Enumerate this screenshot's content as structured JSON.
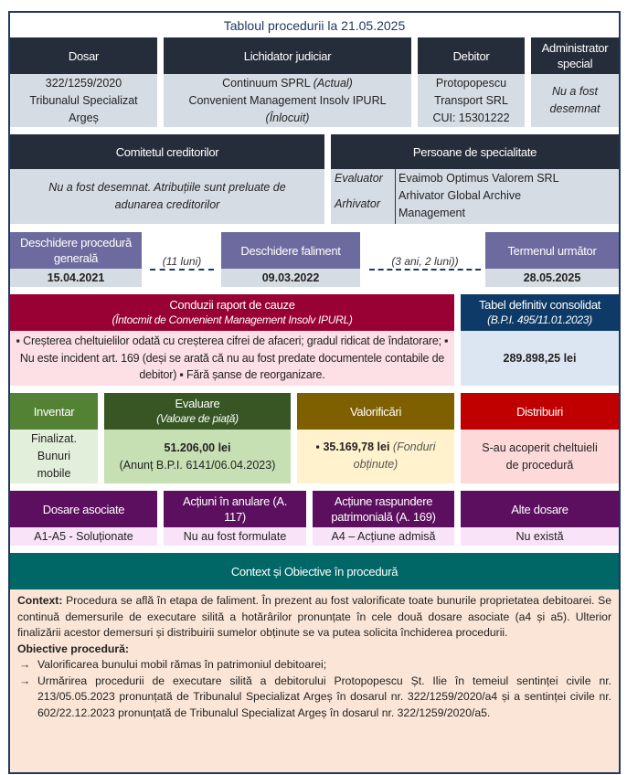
{
  "title": "Tabloul procedurii la 21.05.2025",
  "dosar": {
    "header": "Dosar",
    "lines": [
      "322/1259/2020",
      "Tribunalul Specializat",
      "Argeș"
    ]
  },
  "lichidator": {
    "header": "Lichidator judiciar",
    "current": "Continuum SPRL",
    "current_note": "(Actual)",
    "former": "Convenient Management Insolv IPURL",
    "former_note": "(Înlocuit)"
  },
  "debitor": {
    "header": "Debitor",
    "lines": [
      "Protopopescu",
      "Transport SRL",
      "CUI: 15301222"
    ]
  },
  "administrator": {
    "header": "Administrator special",
    "value": "Nu a fost desemnat"
  },
  "comitet": {
    "header": "Comitetul creditorilor",
    "value": "Nu a fost desemnat. Atribuțiile sunt preluate de adunarea creditorilor"
  },
  "specialisti": {
    "header": "Persoane de specialitate",
    "rows": [
      {
        "role": "Evaluator",
        "name": "Evaimob Optimus Valorem SRL"
      },
      {
        "role": "Arhivator",
        "name": "Arhivator Global Archive Management"
      }
    ]
  },
  "timeline": {
    "general": {
      "label": "Deschidere procedură generală",
      "date": "15.04.2021"
    },
    "gap1": "(11 luni)",
    "faliment": {
      "label": "Deschidere faliment",
      "date": "09.03.2022"
    },
    "gap2": "(3 ani, 2 luni))",
    "next": {
      "label": "Termenul următor",
      "date": "28.05.2025"
    }
  },
  "cauze": {
    "header": "Conduzii raport de cauze",
    "sub": "(Întocmit de Convenient Management Insolv IPURL)",
    "text": "▪ Creșterea cheltuielilor odată cu creșterea cifrei de afaceri; gradul ridicat de îndatorare; ▪ Nu este incident art. 169 (deși se arată că nu au fost predate documentele contabile de debitor) ▪ Fără șanse de reorganizare."
  },
  "tabel": {
    "header": "Tabel definitiv consolidat",
    "sub": "(B.P.I. 495/11.01.2023)",
    "value": "289.898,25 lei"
  },
  "inventar": {
    "header": "Inventar",
    "value": "Finalizat. Bunuri mobile"
  },
  "evaluare": {
    "header": "Evaluare",
    "sub": "(Valoare de piață)",
    "value": "51.206,00 lei",
    "note": "(Anunț B.P.I. 6141/06.04.2023)"
  },
  "valorificari": {
    "header": "Valorificări",
    "bullet": "▪",
    "value": "35.169,78 lei",
    "note": "(Fonduri obținute)"
  },
  "distribuiri": {
    "header": "Distribuiri",
    "value": "S-au acoperit cheltuieli de procedură"
  },
  "asociate": {
    "header": "Dosare asociate",
    "value": "A1-A5 - Soluționate"
  },
  "anulare": {
    "header": "Acțiuni în anulare (A. 117)",
    "value": "Nu au fost formulate"
  },
  "raspundere": {
    "header": "Acțiune raspundere patrimonială (A. 169)",
    "value": "A4 – Acțiune admisă"
  },
  "alte": {
    "header": "Alte dosare",
    "value": "Nu există"
  },
  "context": {
    "header": "Context și Obiective în procedură",
    "label": "Context:",
    "text": " Procedura se află în etapa de faliment. În prezent au fost valorificate toate bunurile proprietatea debitoarei. Se continuă demersurile de executare silită a hotărârilor pronunțate în cele două dosare asociate (a4 și a5). Ulterior finalizării acestor demersuri și distribuirii sumelor obținute se va putea solicita închiderea procedurii.",
    "obj_label": "Obiective procedură:",
    "objectives": [
      "Valorificarea bunului mobil rămas în patrimoniul debitoarei;",
      "Urmărirea procedurii de executare silită a debitorului Protopopescu Șt. Ilie în temeiul sentinței civile nr. 213/05.05.2023 pronunțată de Tribunalul Specializat Argeș în dosarul nr. 322/1259/2020/a4 și a sentinței civile nr. 602/22.12.2023 pronunțată de Tribunalul Specializat Argeș în dosarul nr. 322/1259/2020/a5."
    ]
  },
  "colors": {
    "dark": "#262d3a",
    "purple": "#6c6a9e",
    "cauze": "#990033",
    "tabel": "#0d3a66",
    "inventar": "#548235",
    "evaluare": "#375623",
    "valorificari": "#7f6000",
    "distribuiri": "#c00000",
    "dosare": "#5b0f5e",
    "context": "#006666"
  }
}
